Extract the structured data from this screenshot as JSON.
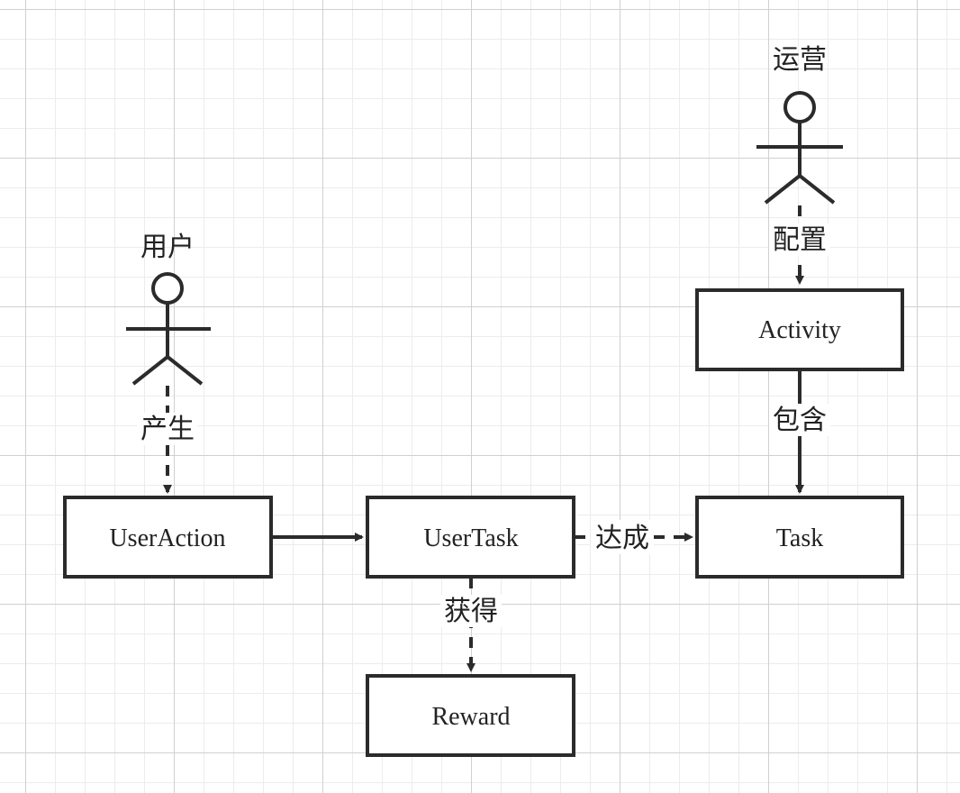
{
  "actors": {
    "user": {
      "label": "用户"
    },
    "ops": {
      "label": "运营"
    }
  },
  "nodes": {
    "user_action": {
      "label": "UserAction"
    },
    "user_task": {
      "label": "UserTask"
    },
    "task": {
      "label": "Task"
    },
    "activity": {
      "label": "Activity"
    },
    "reward": {
      "label": "Reward"
    }
  },
  "edges": {
    "produce": {
      "label": "产生"
    },
    "configure": {
      "label": "配置"
    },
    "contain": {
      "label": "包含"
    },
    "achieve": {
      "label": "达成"
    },
    "obtain": {
      "label": "获得"
    },
    "useraction_to_usertask": {
      "label": ""
    }
  },
  "colors": {
    "stroke": "#2b2b2b",
    "grid_major": "#d0d0d0",
    "grid_minor": "#ececec",
    "background": "#ffffff"
  }
}
